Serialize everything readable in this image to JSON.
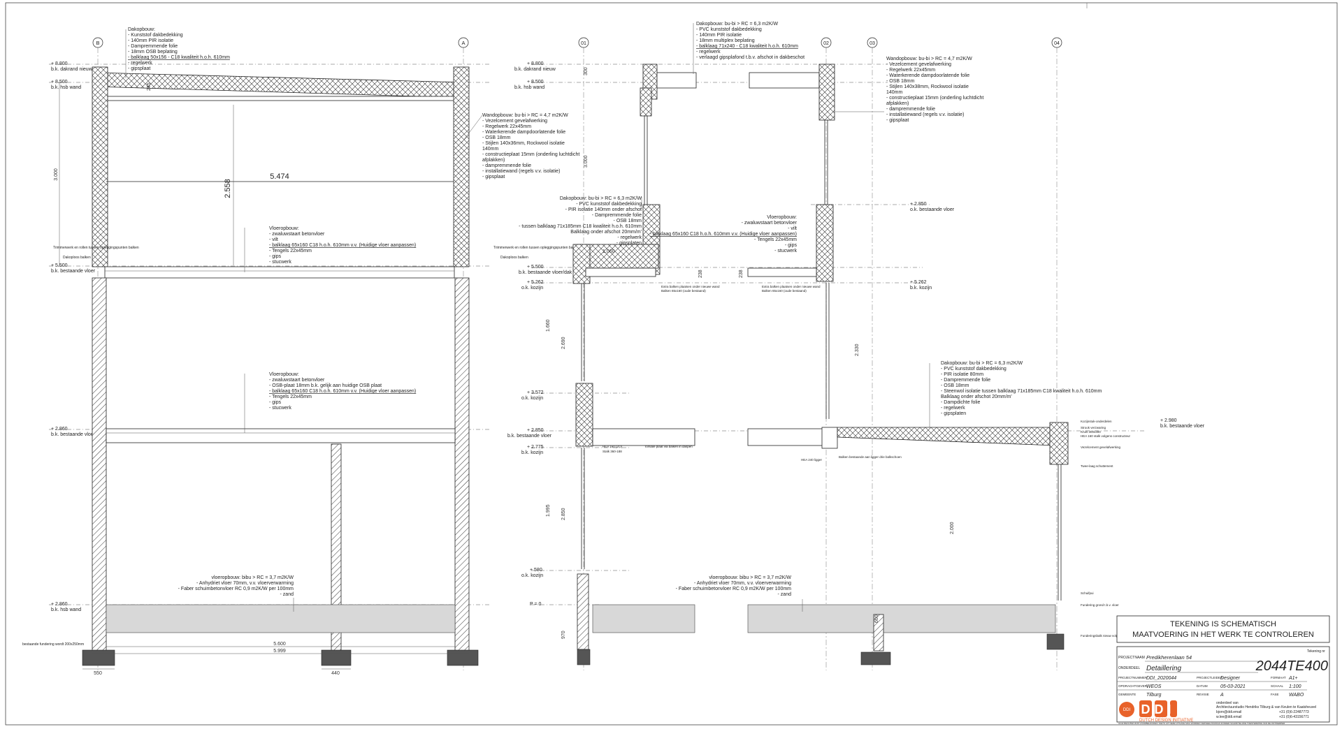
{
  "grid_labels": {
    "B": "B",
    "A": "A",
    "g01": "01",
    "g02": "02",
    "g03": "03",
    "g04": "04"
  },
  "left_section": {
    "levels": [
      {
        "level": "+ 8.800",
        "desc": "b.k. dakrand nieuw"
      },
      {
        "level": "+ 8.500",
        "desc": "b.k. hsb wand"
      },
      {
        "level": "+ 5.500",
        "desc": "b.k. bestaande vloer"
      },
      {
        "level": "+ 2.860",
        "desc": "b.k. bestaande vloer"
      },
      {
        "level": "+ 2.860",
        "desc": "b.k. hsb wand"
      }
    ],
    "roof_note": [
      "Dakopbouw:",
      "- Kunststof dakbedekking",
      "- 140mm PIR isolatie",
      "- Dampremmende folie",
      "- 18mm OSB beplating",
      "- balklaag 50x156 - C18 kwaliteit h.o.h. 610mm",
      "- regelwerk",
      "- gipsplaat"
    ],
    "wall_note": [
      "Wandopbouw: bu-bi > RC = 4,7 m2K/W",
      "- Vezelcement gevelafwerking",
      "- Regelwerk 22x45mm",
      "- Waterkerende dampdoorlatende folie",
      "- OSB 18mm",
      "- Stijlen 140x36mm, Rockwool isolatie",
      "140mm",
      "- constructieplaat 15mm (onderling luchtdicht",
      "afplakken)",
      "- dampremmende folie",
      "- installatiewand (regels v.v. isolatie)",
      "- gipsplaat"
    ],
    "floor_note_1": [
      "Vloeropbouw:",
      "- zwaluwstaart betonvloer",
      "- vilt",
      "- balklaag 65x160 C18 h.o.h. 610mm v.v. (Huidige vloer aanpassen)",
      "- Tengels 22x45mm",
      "- gips",
      "- stucwerk"
    ],
    "floor_note_2": [
      "Vloeropbouw:",
      "- zwaluwstaart betonvloer",
      "- OSB-plaat 18mm b.k. gelijk aan huidige OSB plaat",
      "- balklaag 65x160 C18 h.o.h. 610mm v.v. (Huidige vloer aanpassen)",
      "- Tengels 22x45mm",
      "- gips",
      "- stucwerk"
    ],
    "ground_note": [
      "vloeropbouw: bibu > RC = 3,7 m2K/W",
      "- Anhydriet vloer 70mm, v.v. vloerverwarming",
      "- Faber schuimbetonvloer RC 0,9 m2K/W per 100mm",
      "- zand"
    ],
    "dims": {
      "width": "5.474",
      "height_room": "2.558",
      "height_wall": "3.000",
      "roof_depth": "245",
      "span1": "5.600",
      "span2": "5.999",
      "foot1": "550",
      "foot2": "440"
    },
    "small_notes": [
      "Trimmerwerk en rollen tussen opleggingspunten balken",
      "Dakoploos balken",
      "Trimmerwerk en rollen tussen opleggingspunten balken",
      "Dakoploos balken",
      "bestaande fundering wordt 200x250mm"
    ]
  },
  "right_section": {
    "levels_left": [
      {
        "level": "+ 8.800",
        "desc": "b.k. dakrand nieuw"
      },
      {
        "level": "+ 8.500",
        "desc": "b.k. hsb wand"
      },
      {
        "level": "+ 5.500",
        "desc": "b.k. bestaande vloer/dak"
      },
      {
        "level": "+ 5.262",
        "desc": "o.k. kozijn"
      },
      {
        "level": "+ 3.572",
        "desc": "o.k. kozijn"
      },
      {
        "level": "+ 2.850",
        "desc": "b.k. bestaande vloer"
      },
      {
        "level": "+ 2.775",
        "desc": "b.k. kozijn"
      },
      {
        "level": "+ 580",
        "desc": "o.k. kozijn"
      },
      {
        "level": "P = 0",
        "desc": ""
      }
    ],
    "levels_right": [
      {
        "level": "+ 2.850",
        "desc": "o.k. bestaande vloer"
      },
      {
        "level": "+ 5.262",
        "desc": "b.k. kozijn"
      },
      {
        "level": "+ 2.980",
        "desc": "b.k. bestaande vloer"
      }
    ],
    "roof_note_top": [
      "Dakopbouw: bu-bi > RC = 6,3 m2K/W",
      "- PVC kunststof dakbedekking",
      "- 140mm PIR isolatie",
      "- 18mm multiplex beplating",
      "- balklaag 71x240 - C18 kwaliteit h.o.h. 610mm",
      "- regelwerk",
      "- verlaagd gipsplafond t.b.v. afschot in dakbeschot"
    ],
    "wall_note": [
      "Wandopbouw: bu-bi > RC = 4,7 m2K/W",
      "- Vezelcement gevelafwerking",
      "- Regelwerk 22x45mm",
      "- Waterkerende dampdoorlatende folie",
      "- OSB 18mm",
      "- Stijlen 140x38mm, Rockwool isolatie",
      "140mm",
      "- constructieplaat 15mm (onderling luchtdicht",
      "afplakken)",
      "- dampremmende folie",
      "- installatiewand (regels v.v. isolatie)",
      "- gipsplaat"
    ],
    "roof_note_mid": [
      "Dakopbouw: bu-bi > RC = 6,3 m2K/W",
      "- PVC kunststof dakbedekking",
      "- PIR isolatie 140mm onder afschot",
      "- Dampremmende folie",
      "- OSB 18mm",
      "- tussen balklaag 71x185mm C18 kwaliteit h.o.h. 610mm",
      "Balklaag onder afschot 20mm/m'",
      "- regelwerk",
      "- gipsplaten"
    ],
    "floor_note": [
      "Vloeropbouw:",
      "- zwaluwstaart betonvloer",
      "- vilt",
      "- balklaag 65x160 C18 h.o.h. 610mm v.v. (Huidige vloer aanpassen)",
      "- Tengels 22x45mm",
      "- gips",
      "- stucwerk"
    ],
    "roof_note_low": [
      "Dakopbouw: bu-bi > RC = 6,3 m2K/W",
      "- PVC kunststof dakbedekking",
      "- PIR isolatie 80mm",
      "- Dampremmende folie",
      "- OSB 18mm",
      "- Steenwol isolatie tussen balklaag 71x185mm C18 kwaliteit h.o.h. 610mm",
      "Balklaag onder afschot 20mm/m'",
      "- Dampdichte folie",
      "- regelwerk",
      "- gipsplaten"
    ],
    "ground_note": [
      "vloeropbouw: bibu > RC = 3,7 m2K/W",
      "- Anhydriet vloer 70mm, v.v. vloerverwarming",
      "- Faber schuimbetonvloer RC 0,9 m2K/W per 100mm",
      "- zand"
    ],
    "dims": {
      "d1": "3.000",
      "d2": "1.060",
      "d3": "1.660",
      "d4": "2.690",
      "d5": "1.995",
      "d6": "2.850",
      "d7": "2.330",
      "d8": "2.000",
      "d9": "600",
      "d10": "970",
      "d11": "300",
      "d12": "238",
      "d13": "238"
    },
    "small_notes": [
      "Extra balken plaatsen onder nieuwe wand",
      "Balken 65x160 (oude bestaand)",
      "Extra balken plaatsen onder nieuwe wand",
      "Balken 65x160 (oude bestaand)",
      "HEA 160 (ZO)",
      "Stalk 360-188",
      "Torsiale plaat via balken in daspen",
      "Balken bestaande aan ligger drie balkschoen",
      "HEA 240 ligger",
      "Kozijnstuk-onderdelen",
      "Strook verzwaring",
      "Kruis 300x300",
      "HEA 160 stalk volgens constructeur",
      "Vezelcement gevelafwerking",
      "Twee-laag schuttement",
      "Schuifpui",
      "Fundering grond t.b.v. vloer",
      "Funderingsbalk nieuw volgens constructeur"
    ]
  },
  "title_block": {
    "warning1": "TEKENING IS SCHEMATISCH",
    "warning2": "MAATVOERING IN HET WERK TE CONTROLEREN",
    "label_tekening": "Tekening nr",
    "project_label": "PROJECTNAAM",
    "project": "Predikherenlaan 54",
    "onderdeel_label": "ONDERDEEL",
    "onderdeel": "Detaillering",
    "drawing_no": "2044TE400",
    "rows": [
      {
        "k1": "PROJECTNUMMER",
        "v1": "DDI_2020044",
        "k2": "PROJECTLEIDER",
        "v2": "Designer",
        "k3": "FORMAAT",
        "v3": "A1+"
      },
      {
        "k1": "OPDRACHTGEVER",
        "v1": "WEOS",
        "k2": "DATUM",
        "v2": "05-03-2021",
        "k3": "SCHAAL",
        "v3": "1:100"
      },
      {
        "k1": "GEMEENTE",
        "v1": "Tilburg",
        "k2": "REVISIE",
        "v2": "A",
        "k3": "FASE",
        "v3": "WABO"
      }
    ],
    "company_name": "DUTCH DESIGN INITIATIVE",
    "logo_text": "DDI",
    "company_lines": [
      "onderdeel van",
      "Architectuurstudio Hendriks Tilburg & van Keulen te Kaatsheuvel",
      "bjorn@ddi.email",
      "w.lee@ddi.email"
    ],
    "phones": [
      "+31 (0)6-22487773",
      "+31 (0)6-43156771"
    ],
    "copyright": "ALLE RECHTEN ZIJN VOORBEHOUDEN. NIETS UIT DEZE UITGAVE MAG WORDEN VERVEELVOUDIGD ZONDER SCHRIFTELIJKE TOESTEMMING VAN DE ONTWERPER"
  }
}
